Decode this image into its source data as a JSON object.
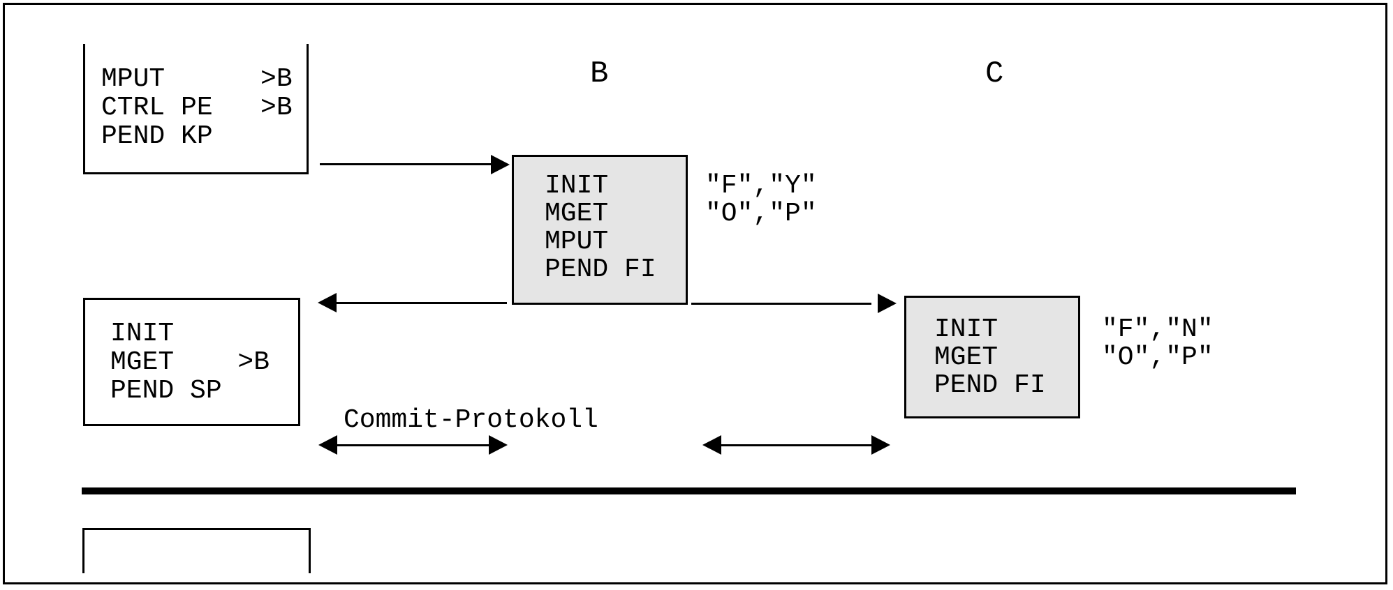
{
  "partners": {
    "b_label": "B",
    "c_label": "C"
  },
  "boxes": {
    "top_left": {
      "lines": [
        "MPUT      >B",
        "CTRL PE   >B",
        "PEND KP"
      ]
    },
    "b": {
      "lines": [
        "INIT",
        "MGET",
        "MPUT",
        "PEND FI"
      ],
      "params": [
        "\"F\",\"Y\"",
        "\"O\",\"P\""
      ]
    },
    "c": {
      "lines": [
        "INIT",
        "MGET",
        "PEND FI"
      ],
      "params": [
        "\"F\",\"N\"",
        "\"O\",\"P\""
      ]
    },
    "bottom_left": {
      "lines": [
        "INIT",
        "MGET    >B",
        "PEND SP"
      ]
    }
  },
  "annotations": {
    "commit_protocol": "Commit-Protokoll"
  },
  "colors": {
    "background": "#ffffff",
    "line": "#000000",
    "gray_box_fill": "#e5e5e5"
  }
}
